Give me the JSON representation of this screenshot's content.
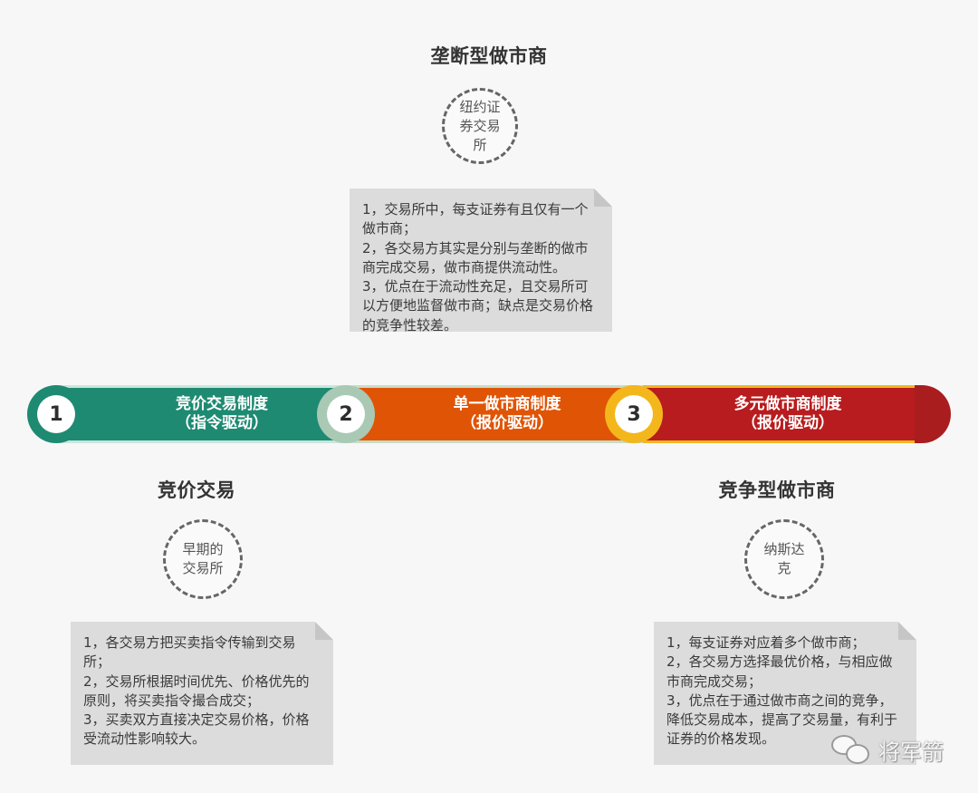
{
  "top": {
    "title": "垄断型做市商",
    "circle_label": "纽约证券交易所",
    "note_lines": [
      "1，交易所中，每支证券有且仅有一个做市商；",
      "2，各交易方其实是分别与垄断的做市商完成交易，做市商提供流动性。",
      "3，优点在于流动性充足，且交易所可以方便地监督做市商；缺点是交易价格的竞争性较差。"
    ]
  },
  "timeline": {
    "stages": [
      {
        "number": "1",
        "label_line1": "竞价交易制度",
        "label_line2": "（指令驱动）",
        "color": "#1e8a72",
        "ring_color": "#1e8a72"
      },
      {
        "number": "2",
        "label_line1": "单一做市商制度",
        "label_line2": "（报价驱动）",
        "color": "#e05406",
        "ring_color": "#a9c9b4"
      },
      {
        "number": "3",
        "label_line1": "多元做市商制度",
        "label_line2": "（报价驱动）",
        "color": "#b81c1e",
        "ring_color": "#f3b71c"
      }
    ]
  },
  "bottom_left": {
    "title": "竞价交易",
    "circle_label": "早期的交易所",
    "note_lines": [
      "1，各交易方把买卖指令传输到交易所；",
      "2，交易所根据时间优先、价格优先的原则，将买卖指令撮合成交；",
      "3，买卖双方直接决定交易价格，价格受流动性影响较大。"
    ]
  },
  "bottom_right": {
    "title": "竞争型做市商",
    "circle_label": "纳斯达克",
    "note_lines": [
      "1，每支证券对应着多个做市商；",
      "2，各交易方选择最优价格，与相应做市商完成交易；",
      "3，优点在于通过做市商之间的竞争，降低交易成本，提高了交易量，有利于证券的价格发现。"
    ]
  },
  "watermark": {
    "icon": "wechat-icon",
    "text": "将军箭"
  }
}
